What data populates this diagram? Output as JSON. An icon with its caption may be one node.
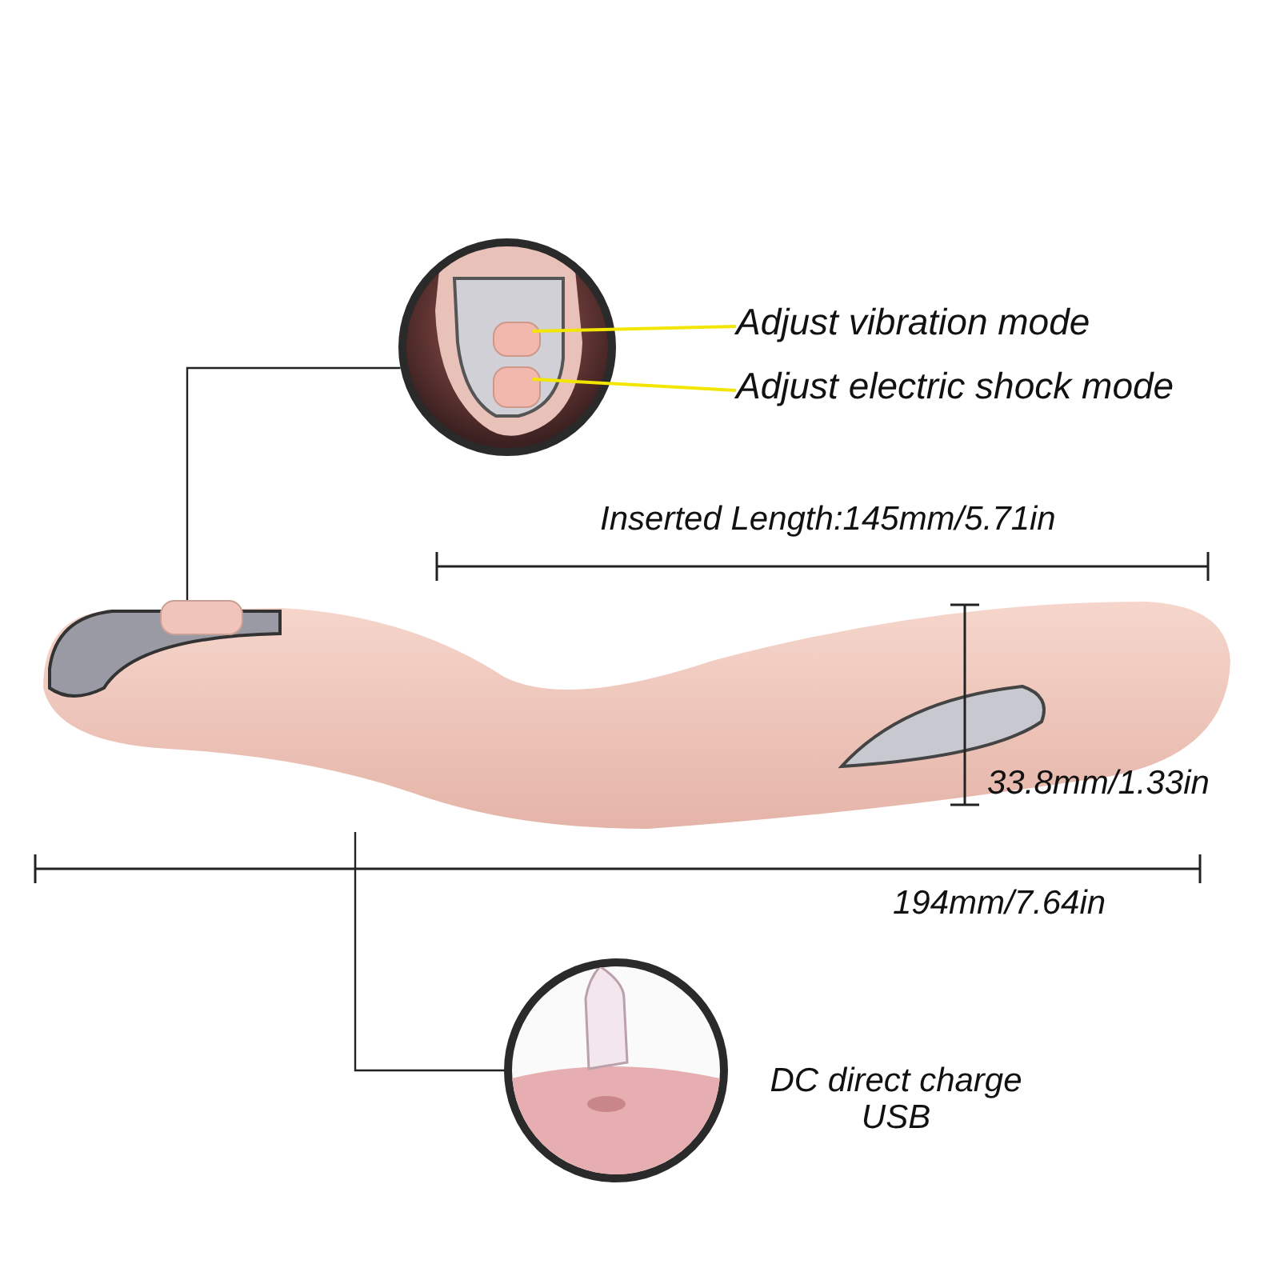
{
  "diagram": {
    "nodes": [
      {
        "text": [],
        "shape": "picture"
      },
      {
        "text": [],
        "shape": "box",
        "in": 0
      },
      {
        "text": [],
        "shape": "box",
        "in": 0
      },
      {
        "text": [
          "Adjust vibration mode"
        ]
      },
      {
        "text": [
          "Adjust electric shock mode"
        ]
      },
      {
        "text": [],
        "shape": "picture"
      },
      {
        "text": [],
        "shape": "box",
        "in": 5
      },
      {
        "text": [],
        "shape": "picture"
      },
      {
        "text": [
          "DC direct charge USB"
        ]
      },
      {
        "text": [],
        "shape": "picture",
        "in": 5
      }
    ],
    "edges": [
      {
        "from": 3,
        "to": 1,
        "arrow": "none",
        "color": "#f2e600"
      },
      {
        "from": 4,
        "to": 2,
        "arrow": "none",
        "color": "#f2e600"
      },
      {
        "from": 0,
        "to": 6,
        "arrow": "none",
        "color": "#222222"
      },
      {
        "from": 7,
        "to": 5,
        "arrow": "none",
        "color": "#222222"
      }
    ],
    "labels": [
      "Inserted Length:145mm/5.71in",
      "33.8mm/1.33in",
      "194mm/7.64in"
    ]
  }
}
